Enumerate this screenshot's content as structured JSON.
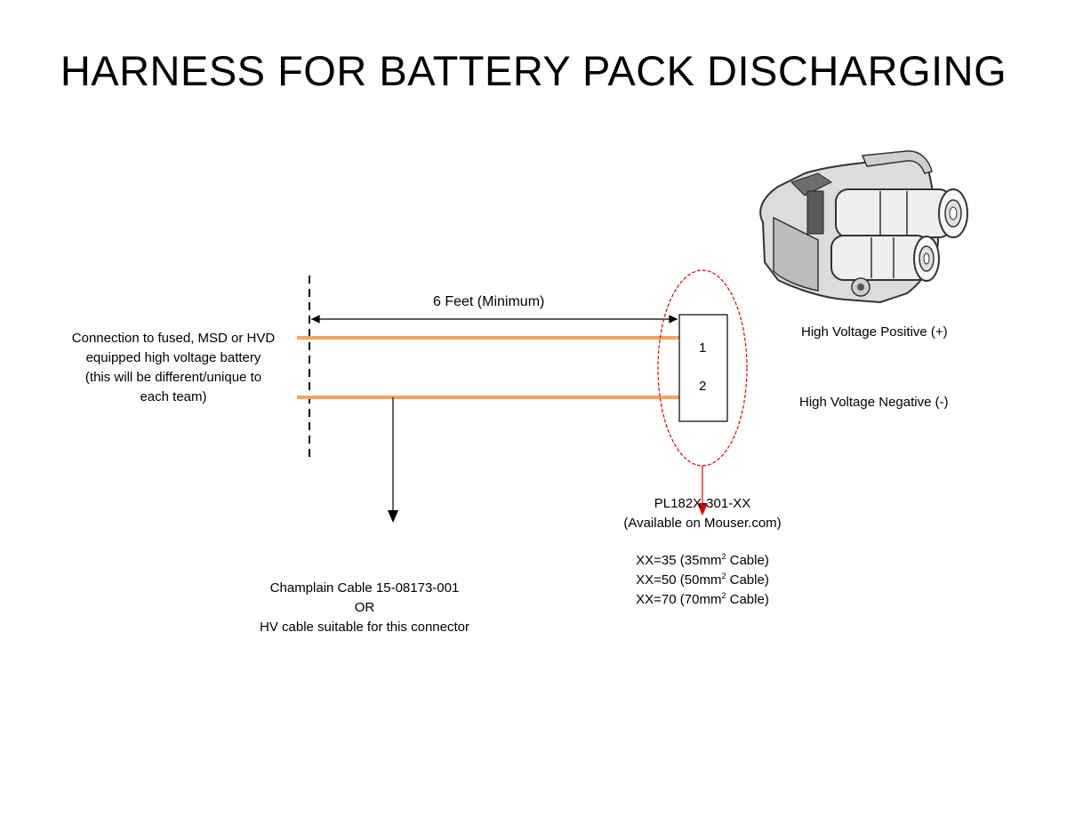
{
  "title": "HARNESS FOR BATTERY PACK DISCHARGING",
  "dimension_label": "6 Feet (Minimum)",
  "battery_connection": {
    "lines": [
      "Connection to fused, MSD or HVD",
      "equipped high voltage battery",
      "(this will be different/unique to",
      "each team)"
    ]
  },
  "connector": {
    "pin_1": "1",
    "pin_2": "2",
    "positive_label": "High Voltage Positive (+)",
    "negative_label": "High Voltage Negative (-)"
  },
  "part_number": {
    "line1": "PL182X-301-XX",
    "line2": "(Available on Mouser.com)",
    "options": [
      {
        "prefix": "XX=35 (35mm",
        "sup": "2",
        "suffix": " Cable)"
      },
      {
        "prefix": "XX=50 (50mm",
        "sup": "2",
        "suffix": " Cable)"
      },
      {
        "prefix": "XX=70 (70mm",
        "sup": "2",
        "suffix": " Cable)"
      }
    ]
  },
  "cable_note": {
    "line1": "Champlain Cable 15-08173-001",
    "line2": "OR",
    "line3": "HV cable suitable for this connector"
  },
  "colors": {
    "cable": "#f4a460",
    "callout": "#e00000",
    "line": "#000000"
  },
  "icons": {
    "connector_photo": "hv-connector-photo"
  }
}
